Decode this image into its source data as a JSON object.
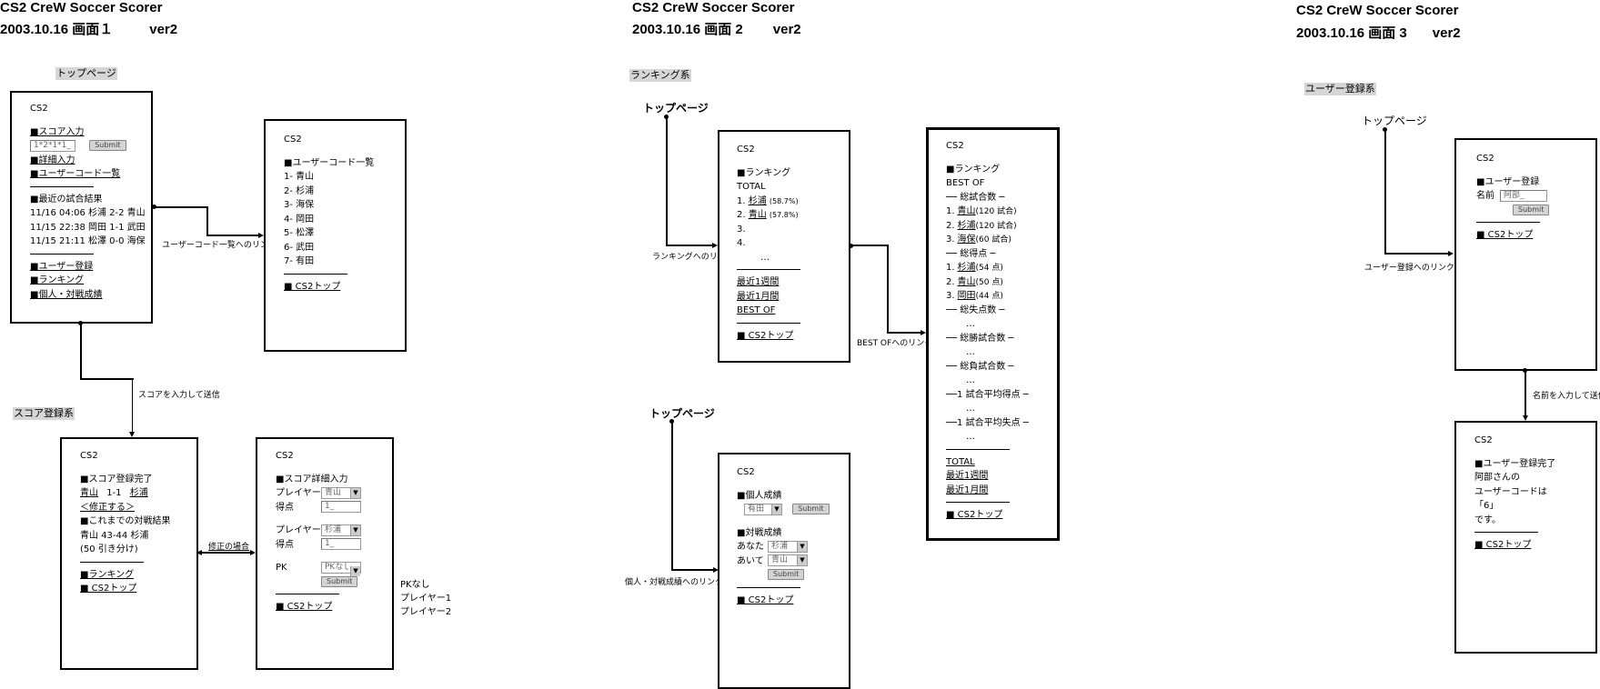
{
  "screen1": {
    "title": "CS2 CreW Soccer Scorer",
    "subtitle": "2003.10.16 画面１",
    "version": "ver2",
    "section_top": "トップページ",
    "section_score": "スコア登録系",
    "top_page": {
      "brand": "CS2",
      "score_input_heading": "■スコア入力",
      "score_input_value": "1*2*1*1_",
      "submit_label": "Submit",
      "detail_link": "■詳細入力",
      "user_code_link": "■ユーザーコード一覧",
      "recent_heading": "■最近の試合結果",
      "recent_results": [
        "11/16 04:06 杉浦 2-2 青山",
        "11/15 22:38 岡田 1-1 武田",
        "11/15 21:11 松澤 0-0 海保"
      ],
      "user_register_link": "■ユーザー登録",
      "ranking_link": "■ランキング",
      "personal_link": "■個人・対戦成績"
    },
    "user_code_page": {
      "brand": "CS2",
      "heading": "■ユーザーコード一覧",
      "users": [
        "1- 青山",
        "2- 杉浦",
        "3- 海保",
        "4- 岡田",
        "5- 松澤",
        "6- 武田",
        "7- 有田"
      ],
      "top_link": "■ CS2トップ"
    },
    "score_done_page": {
      "brand": "CS2",
      "heading": "■スコア登録完了",
      "player1": "青山",
      "score": "1-1",
      "player2": "杉浦",
      "fix_link": "＜修正する＞",
      "history_heading": "■これまでの対戦結果",
      "history_line": "青山 43-44 杉浦",
      "history_draws": "(50 引き分け)",
      "ranking_link": "■ランキング",
      "top_link": "■ CS2トップ"
    },
    "score_detail_page": {
      "brand": "CS2",
      "heading": "■スコア詳細入力",
      "player1_label": "プレイヤー1",
      "player1_value": "青山",
      "score1_label": "得点",
      "score1_value": "1_",
      "player2_label": "プレイヤー2",
      "player2_value": "杉浦",
      "score2_label": "得点",
      "score2_value": "1_",
      "pk_label": "PK",
      "pk_value": "PKなし",
      "submit_label": "Submit",
      "top_link": "■ CS2トップ"
    },
    "pk_options": [
      "PKなし",
      "プレイヤー1",
      "プレイヤー2"
    ],
    "connectors": {
      "to_user_code": "ユーザーコード一覧へのリンク",
      "score_submit": "スコアを入力して送信",
      "fix_case": "修正の場合"
    }
  },
  "screen2": {
    "title": "CS2 CreW Soccer Scorer",
    "subtitle": "2003.10.16 画面 2",
    "version": "ver2",
    "section_ranking": "ランキング系",
    "top_page_label_1": "トップページ",
    "top_page_label_2": "トップページ",
    "ranking_page": {
      "brand": "CS2",
      "heading": "■ランキング",
      "mode": "TOTAL",
      "entries": [
        {
          "rank": "1.",
          "name": "杉浦",
          "value": "(58.7%)"
        },
        {
          "rank": "2.",
          "name": "青山",
          "value": "(57.8%)"
        },
        {
          "rank": "3.",
          "name": "",
          "value": ""
        },
        {
          "rank": "4.",
          "name": "",
          "value": ""
        }
      ],
      "ellipsis": "…",
      "week_link": "最近1週間",
      "month_link": "最近1月間",
      "bestof_link": "BEST OF",
      "top_link": "■ CS2トップ"
    },
    "bestof_page": {
      "brand": "CS2",
      "heading": "■ランキング",
      "mode": "BEST OF",
      "groups": [
        {
          "title": "── 総試合数 ─",
          "entries": [
            {
              "rank": "1.",
              "name": "青山",
              "value": "(120 試合)"
            },
            {
              "rank": "2.",
              "name": "杉浦",
              "value": "(120 試合)"
            },
            {
              "rank": "3.",
              "name": "海保",
              "value": "(60 試合)"
            }
          ]
        },
        {
          "title": "── 総得点 ─",
          "entries": [
            {
              "rank": "1.",
              "name": "杉浦",
              "value": "(54 点)"
            },
            {
              "rank": "2.",
              "name": "青山",
              "value": "(50 点)"
            },
            {
              "rank": "3.",
              "name": "岡田",
              "value": "(44 点)"
            }
          ]
        },
        {
          "title": "── 総失点数 ─",
          "entries": []
        },
        {
          "title": "── 総勝試合数 ─",
          "entries": []
        },
        {
          "title": "── 総負試合数 ─",
          "entries": []
        },
        {
          "title": "──1 試合平均得点 ─",
          "entries": []
        },
        {
          "title": "──1 試合平均失点 ─",
          "entries": []
        }
      ],
      "ellipsis": "…",
      "total_link": "TOTAL",
      "week_link": "最近1週間",
      "month_link": "最近1月間",
      "top_link": "■ CS2トップ"
    },
    "personal_page": {
      "brand": "CS2",
      "personal_heading": "■個人成績",
      "personal_select": "有田",
      "submit_label": "Submit",
      "versus_heading": "■対戦成績",
      "you_label": "あなた",
      "you_value": "杉浦",
      "opponent_label": "あいて",
      "opponent_value": "青山",
      "top_link": "■ CS2トップ"
    },
    "connectors": {
      "to_ranking": "ランキングへのリンク",
      "to_bestof": "BEST OFへのリンク",
      "to_personal": "個人・対戦成績へのリンク"
    }
  },
  "screen3": {
    "title": "CS2 CreW Soccer Scorer",
    "subtitle": "2003.10.16 画面 3",
    "version": "ver2",
    "section_user": "ユーザー登録系",
    "top_page_label": "トップページ",
    "register_page": {
      "brand": "CS2",
      "heading": "■ユーザー登録",
      "name_label": "名前",
      "name_value": "阿部_",
      "submit_label": "Submit",
      "top_link": "■ CS2トップ"
    },
    "register_done_page": {
      "brand": "CS2",
      "heading": "■ユーザー登録完了",
      "line1": "阿部さんの",
      "line2": "ユーザーコードは",
      "line3": "「6」",
      "line4": "です。",
      "top_link": "■ CS2トップ"
    },
    "connectors": {
      "to_register": "ユーザー登録へのリンク",
      "name_submit": "名前を入力して送信"
    }
  }
}
